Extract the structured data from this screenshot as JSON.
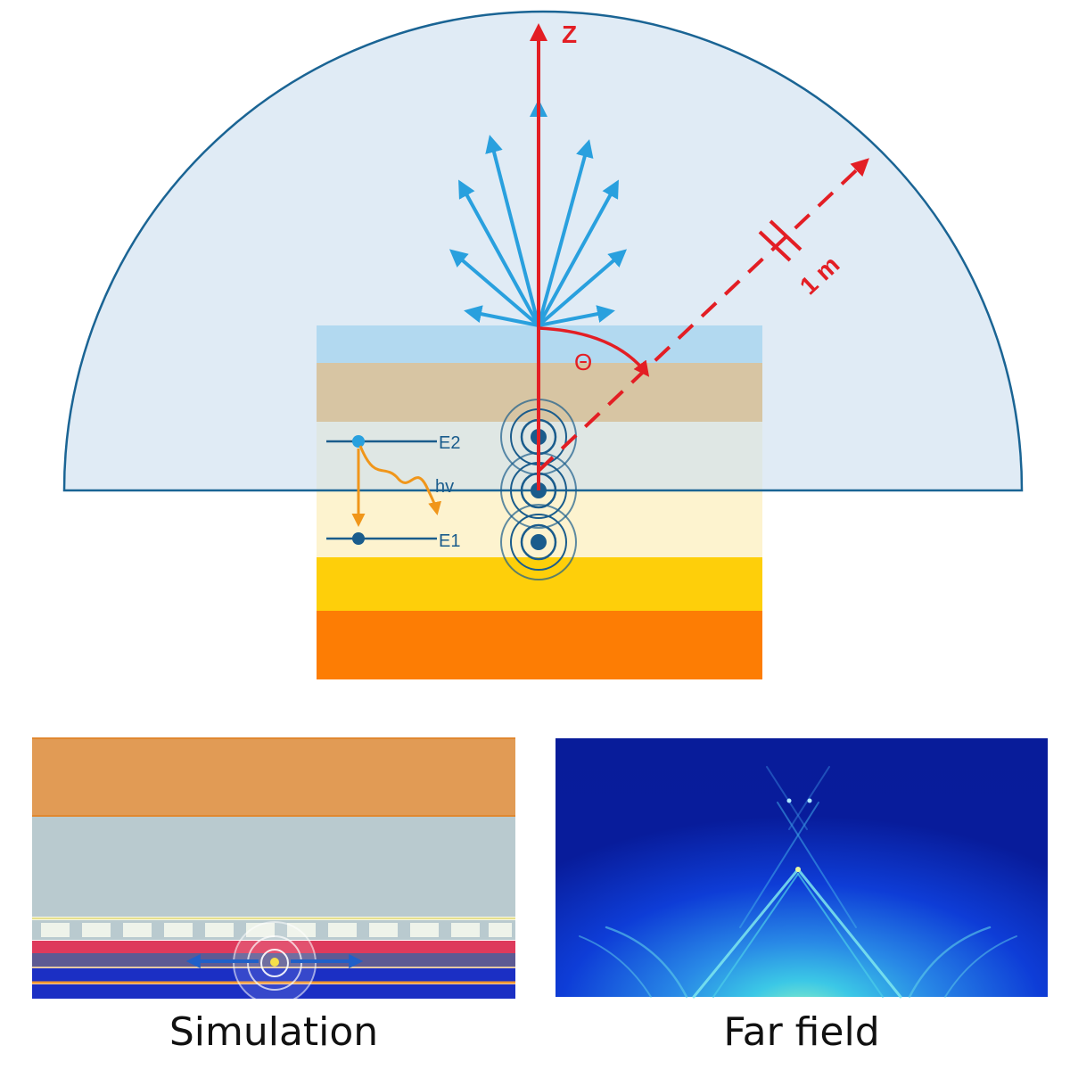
{
  "diagram": {
    "z_axis_label": "Z",
    "distance_label": "1 m",
    "angle_label": "Θ",
    "upper_level_label": "E2",
    "lower_level_label": "E1",
    "photon_label": "hv"
  },
  "panels": {
    "simulation_caption": "Simulation",
    "far_field_caption": "Far field"
  },
  "colors": {
    "dome_fill": "#dde8f3",
    "dome_stroke": "#1a6494",
    "red_axis": "#e31e24",
    "blue_arrow": "#29a0de",
    "orange_arrow": "#f0961a",
    "dark_blue": "#1a5c8c",
    "layer_top": "#7dcbef",
    "layer_orange": "#e49316",
    "layer_cream": "#fdf3cf",
    "layer_yellow": "#fecf0a",
    "layer_bottom": "#fd7d04"
  }
}
